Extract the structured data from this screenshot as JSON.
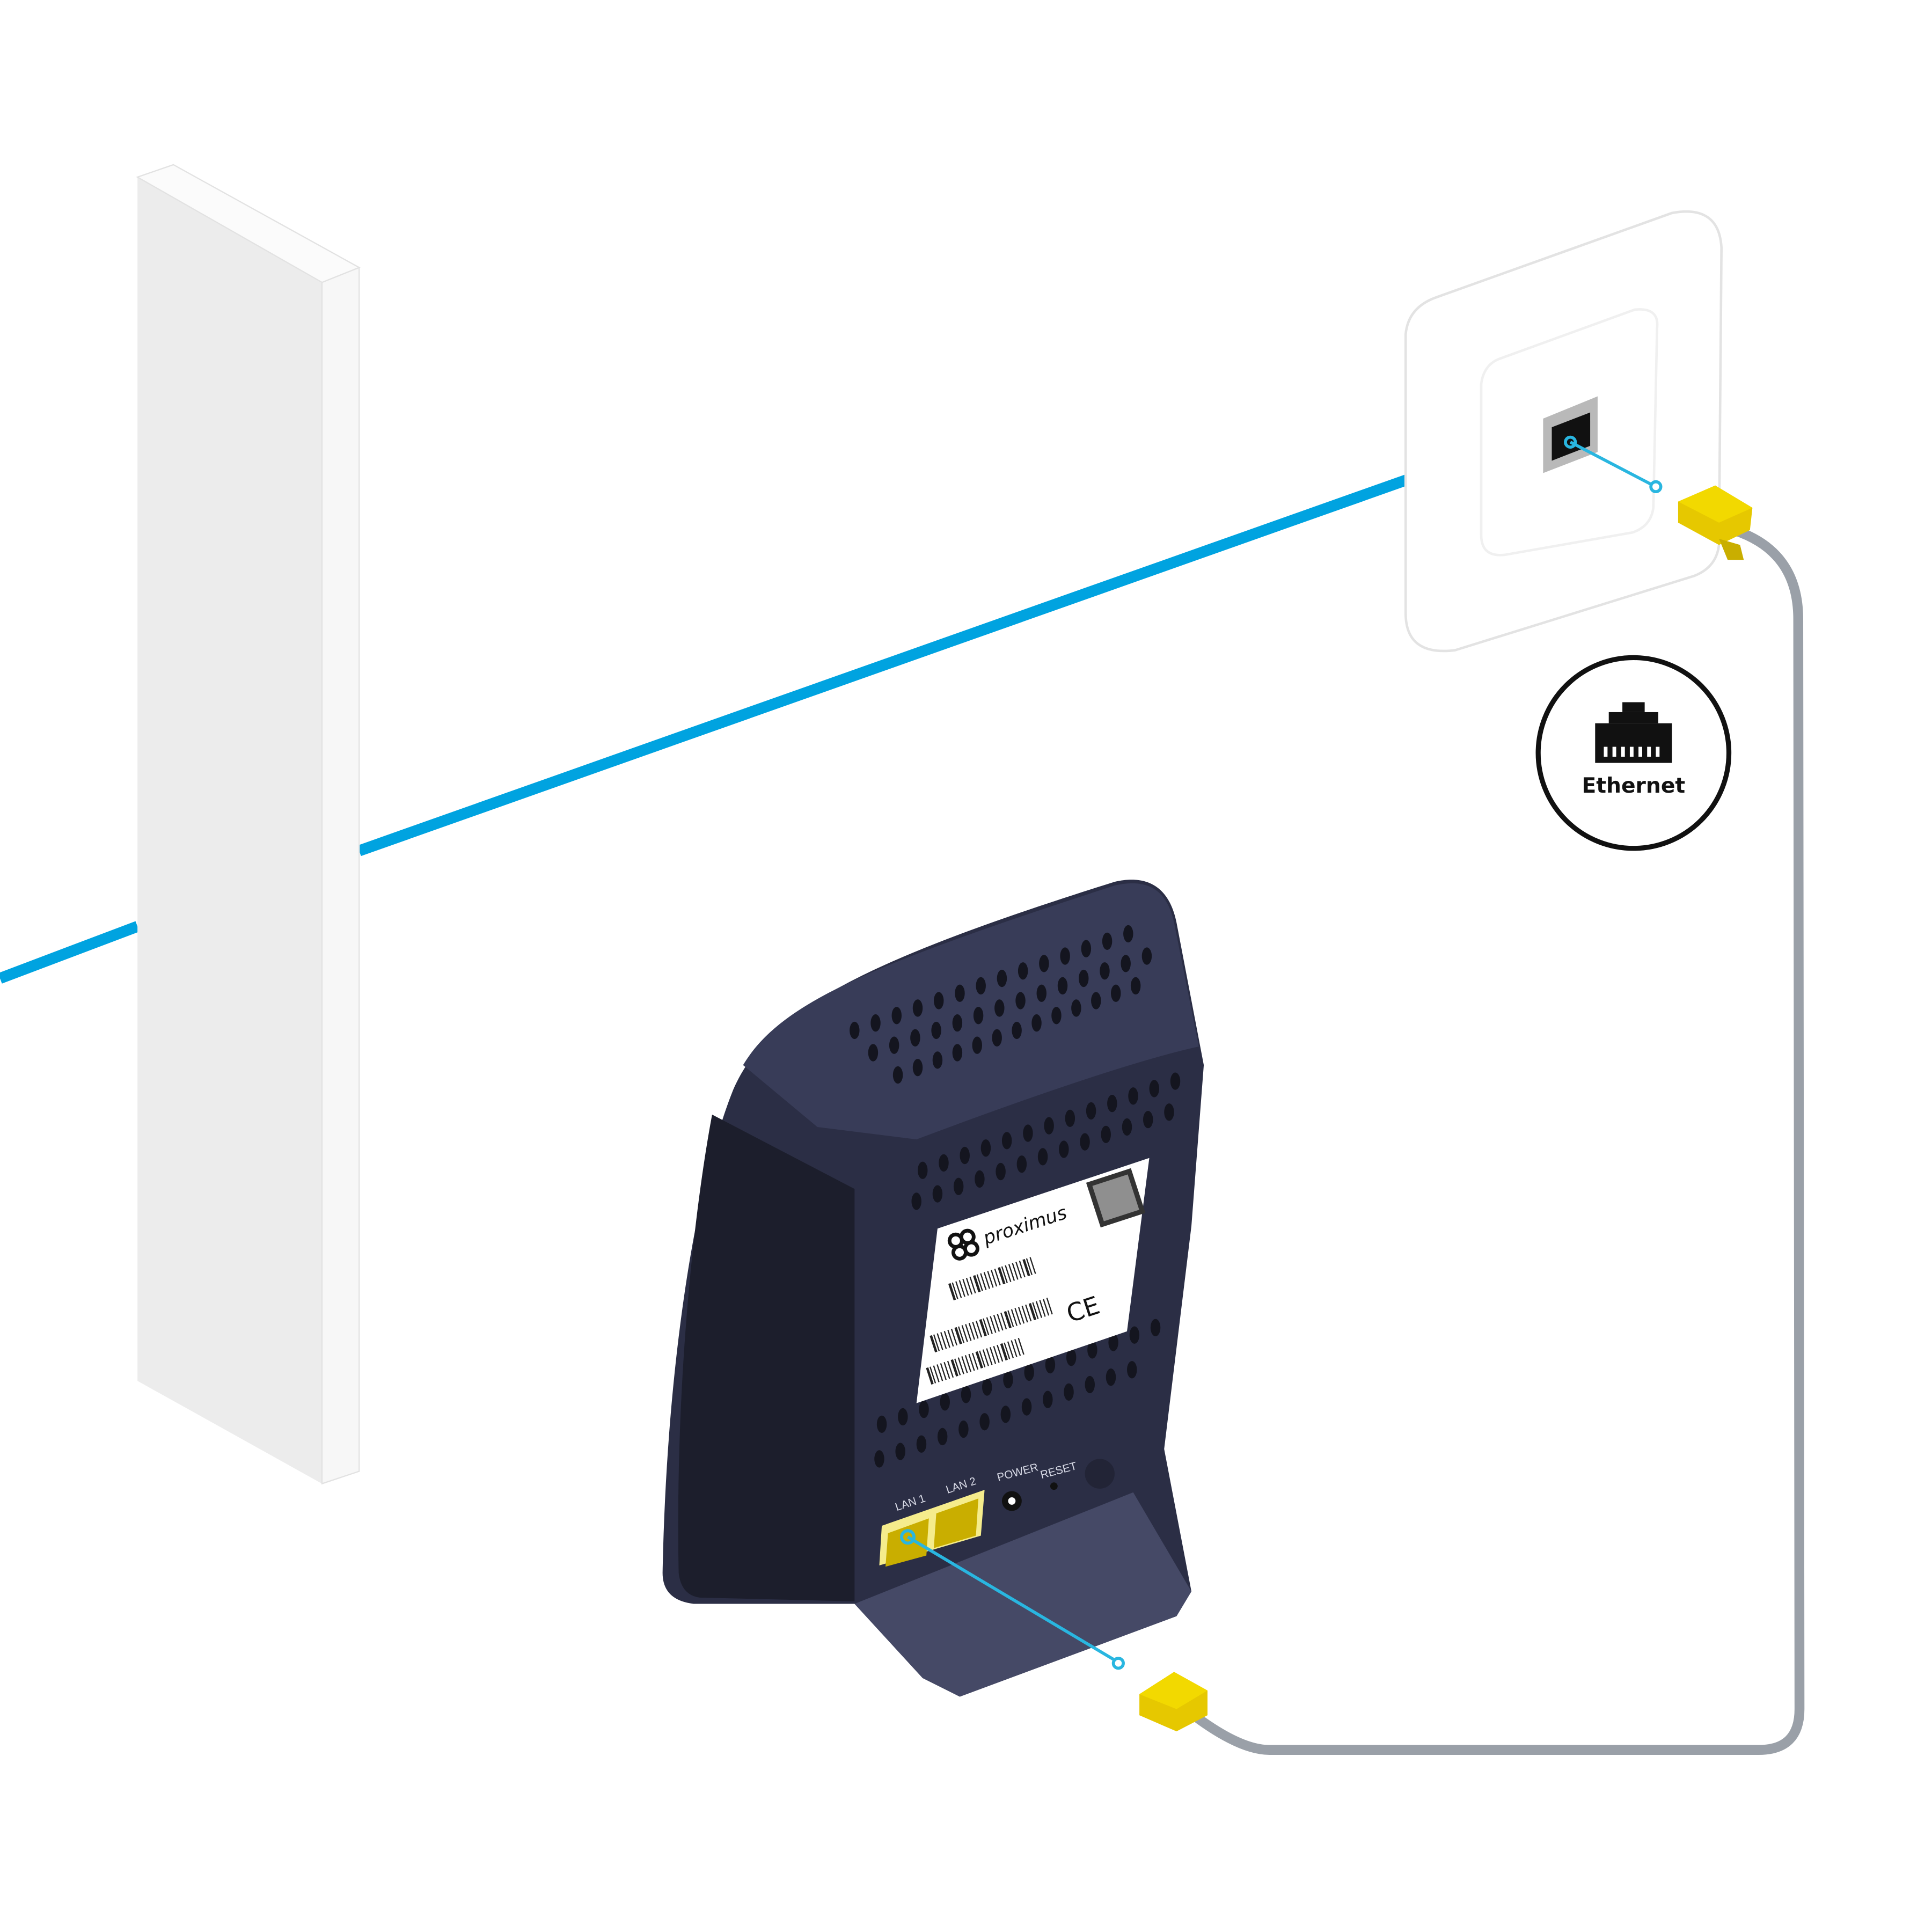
{
  "badge": {
    "label": "Ethernet",
    "icon": "ethernet-port-icon"
  },
  "router": {
    "brand": "proximus",
    "certification": "CE",
    "ports": {
      "lan1": "LAN 1",
      "lan2": "LAN 2",
      "power": "POWER",
      "reset": "RESET"
    }
  },
  "colors": {
    "fiber_line": "#00a3e0",
    "pointer": "#29b6e0",
    "connector": "#e6c800",
    "cable": "#9aa0a8",
    "router_body": "#2b2e45"
  }
}
